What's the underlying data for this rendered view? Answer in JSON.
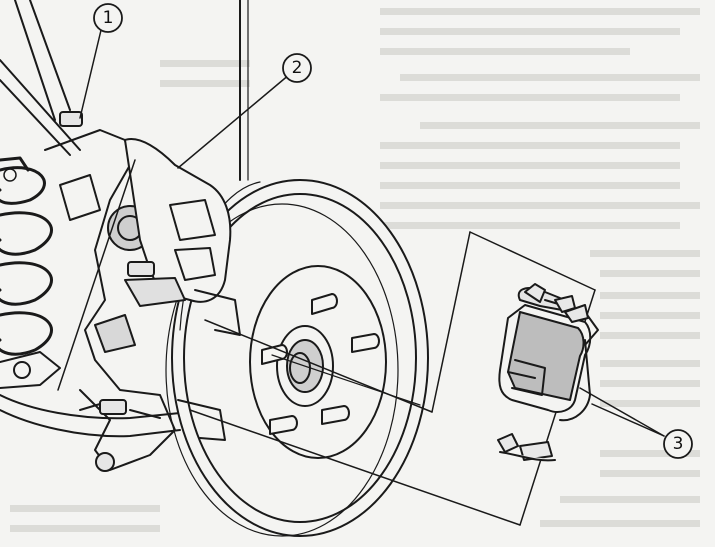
{
  "callouts": [
    {
      "label": "1"
    },
    {
      "label": "2"
    },
    {
      "label": "3"
    }
  ],
  "colors": {
    "paper": "#f4f4f2",
    "ink": "#1a1a1a",
    "faint_text": "#d9d9d6",
    "shade": "#bdbdbd"
  }
}
